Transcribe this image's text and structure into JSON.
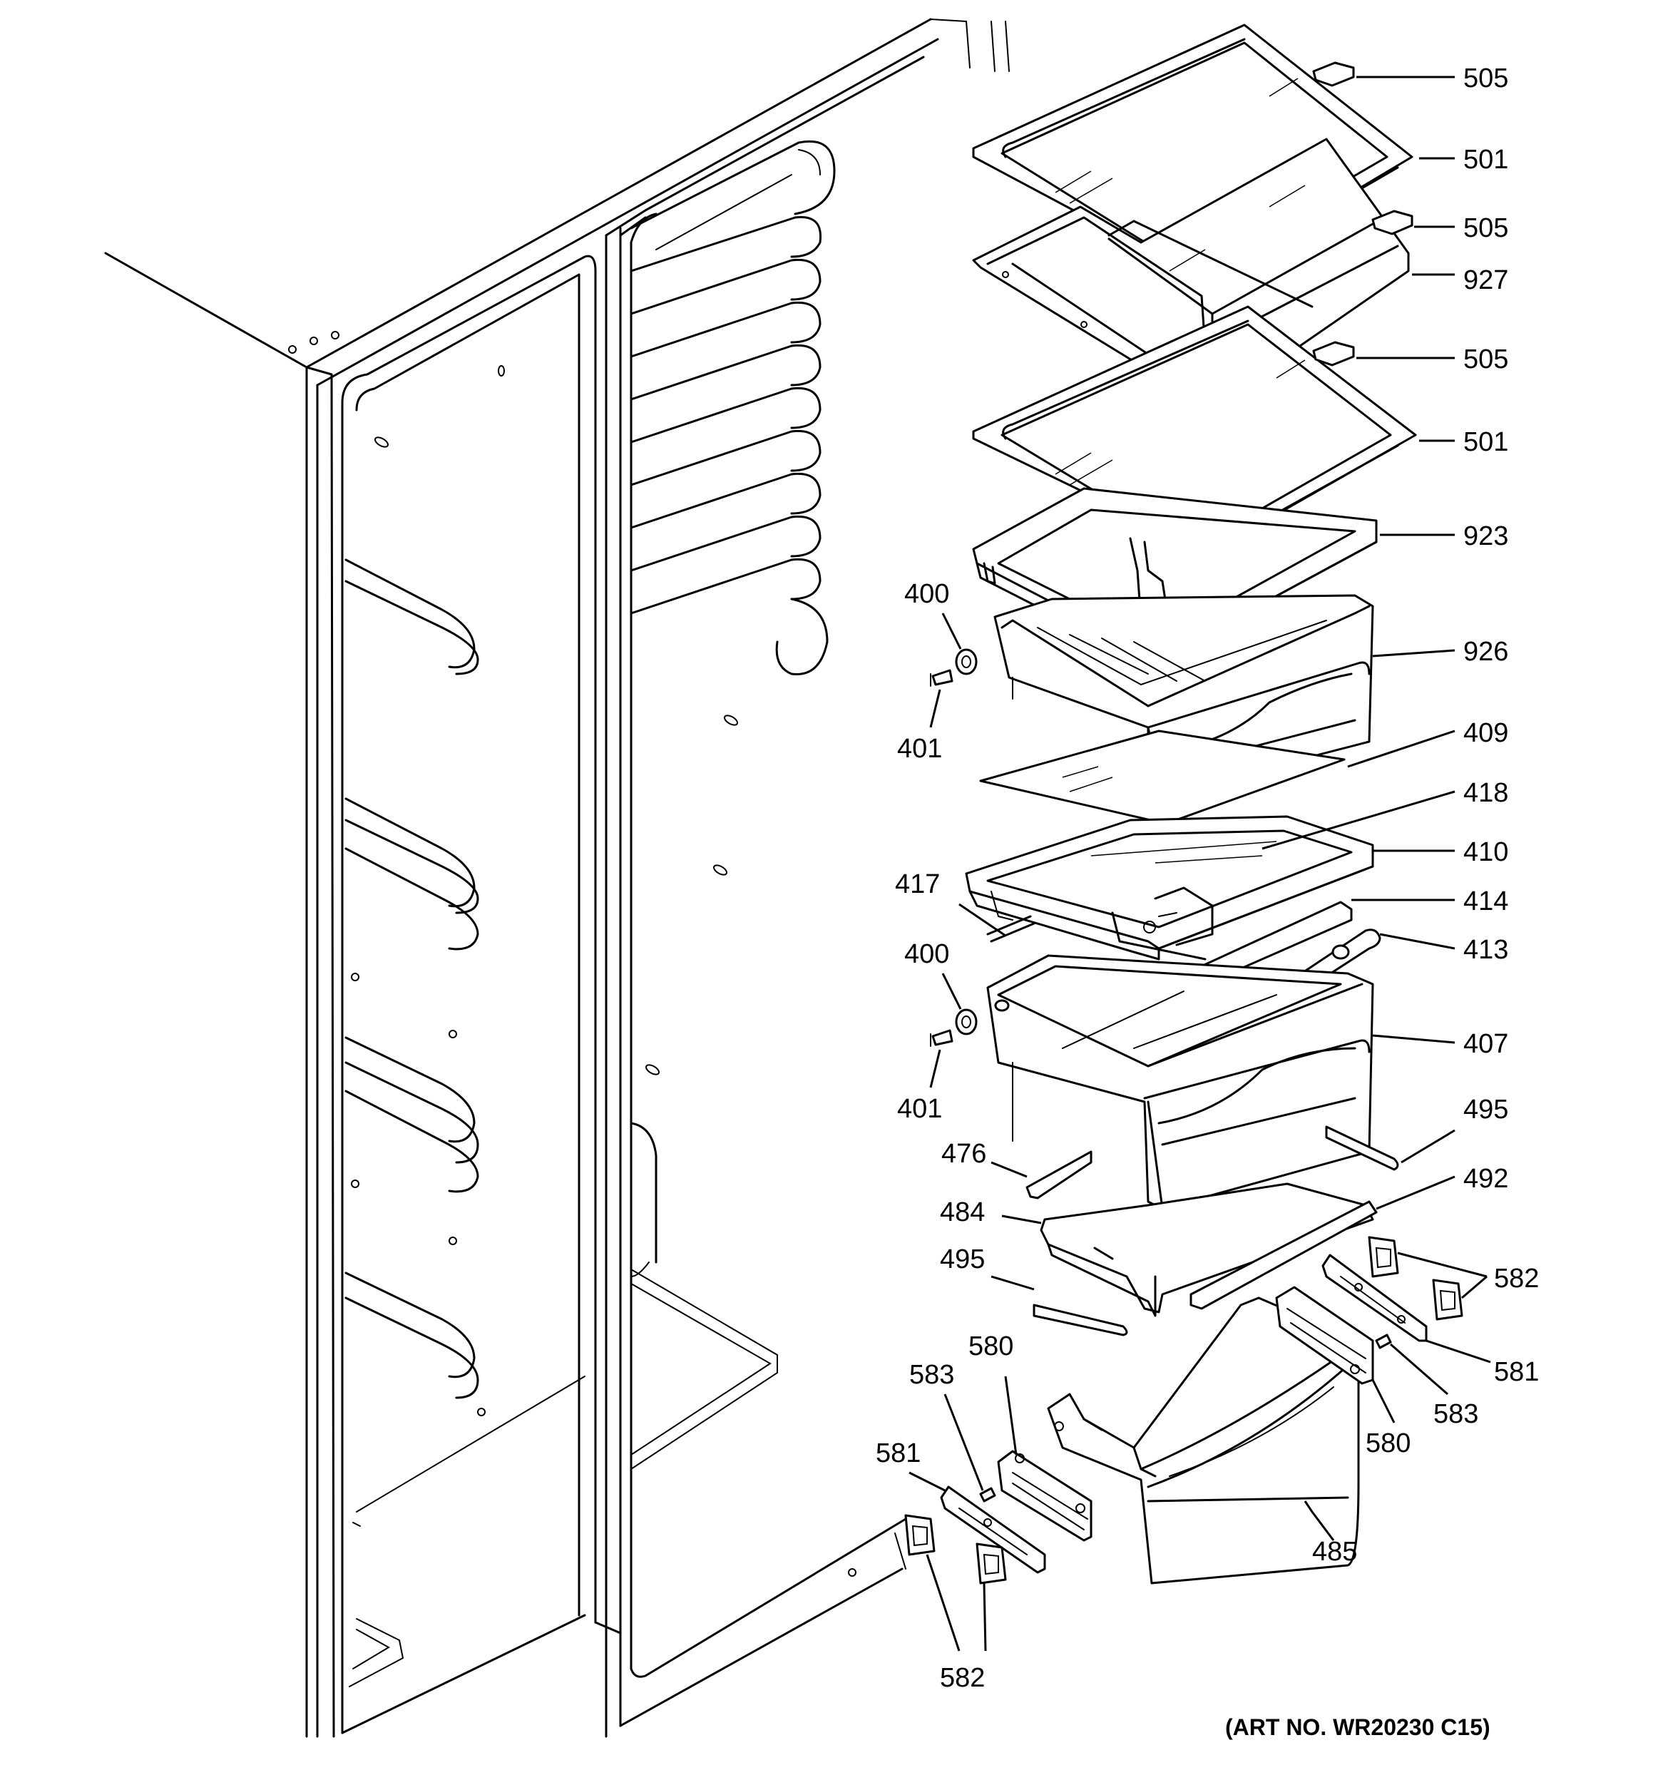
{
  "art_number": "(ART NO. WR20230 C15)",
  "callouts": [
    {
      "id": "505a",
      "label": "505"
    },
    {
      "id": "501a",
      "label": "501"
    },
    {
      "id": "505b",
      "label": "505"
    },
    {
      "id": "927",
      "label": "927"
    },
    {
      "id": "505c",
      "label": "505"
    },
    {
      "id": "501b",
      "label": "501"
    },
    {
      "id": "923",
      "label": "923"
    },
    {
      "id": "400a",
      "label": "400"
    },
    {
      "id": "926",
      "label": "926"
    },
    {
      "id": "401a",
      "label": "401"
    },
    {
      "id": "409",
      "label": "409"
    },
    {
      "id": "418",
      "label": "418"
    },
    {
      "id": "410",
      "label": "410"
    },
    {
      "id": "417",
      "label": "417"
    },
    {
      "id": "414",
      "label": "414"
    },
    {
      "id": "413",
      "label": "413"
    },
    {
      "id": "400b",
      "label": "400"
    },
    {
      "id": "407",
      "label": "407"
    },
    {
      "id": "401b",
      "label": "401"
    },
    {
      "id": "495a",
      "label": "495"
    },
    {
      "id": "476",
      "label": "476"
    },
    {
      "id": "492",
      "label": "492"
    },
    {
      "id": "484",
      "label": "484"
    },
    {
      "id": "495b",
      "label": "495"
    },
    {
      "id": "582a",
      "label": "582"
    },
    {
      "id": "580a",
      "label": "580"
    },
    {
      "id": "581a",
      "label": "581"
    },
    {
      "id": "583a",
      "label": "583"
    },
    {
      "id": "583b",
      "label": "583"
    },
    {
      "id": "581b",
      "label": "581"
    },
    {
      "id": "580b",
      "label": "580"
    },
    {
      "id": "485",
      "label": "485"
    },
    {
      "id": "582b",
      "label": "582"
    }
  ]
}
